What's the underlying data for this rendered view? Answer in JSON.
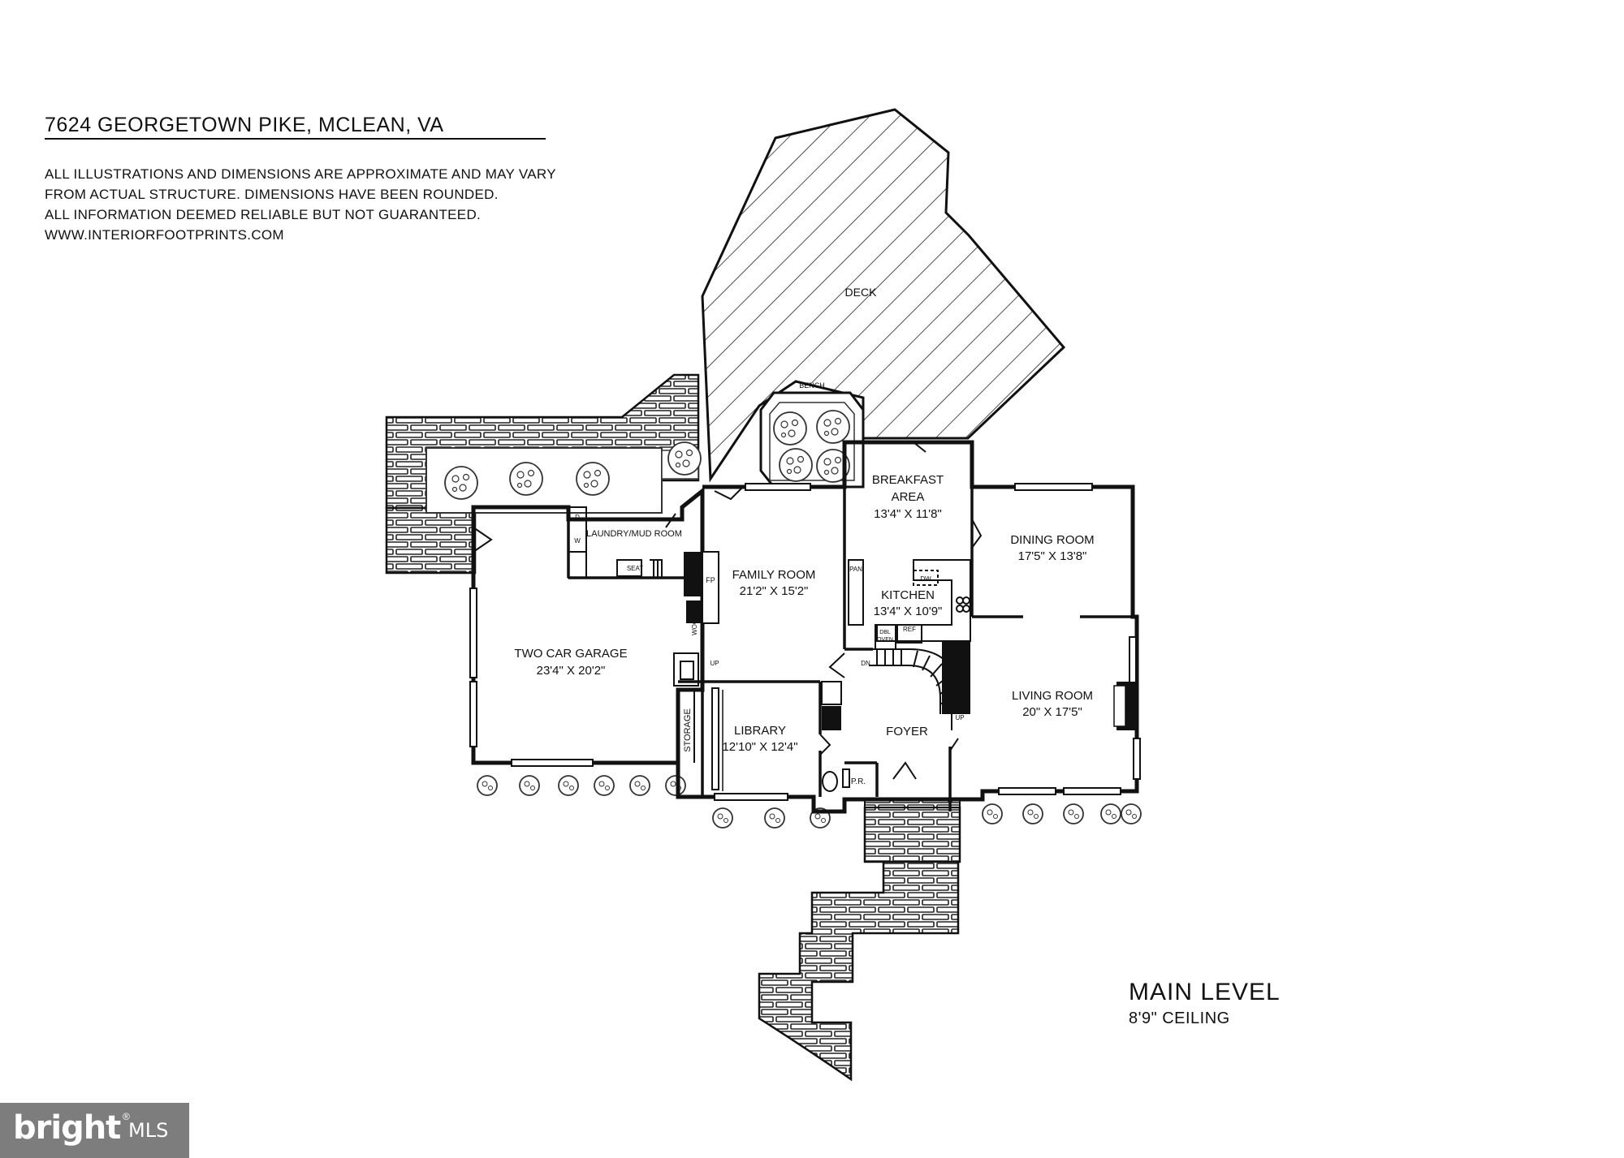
{
  "header": {
    "address": "7624 GEORGETOWN PIKE, MCLEAN, VA",
    "disclaimer": [
      "ALL ILLUSTRATIONS AND DIMENSIONS ARE APPROXIMATE AND MAY VARY",
      "FROM ACTUAL STRUCTURE. DIMENSIONS HAVE BEEN ROUNDED.",
      "ALL INFORMATION DEEMED RELIABLE BUT NOT GUARANTEED.",
      "WWW.INTERIORFOOTPRINTS.COM"
    ]
  },
  "level": {
    "name": "MAIN LEVEL",
    "ceiling": "8'9\" CEILING"
  },
  "rooms": {
    "deck": "DECK",
    "bench": "BENCH",
    "breakfast_1": "BREAKFAST",
    "breakfast_2": "AREA",
    "breakfast_dim": "13'4\" X 11'8\"",
    "dining": "DINING ROOM",
    "dining_dim": "17'5\" X 13'8\"",
    "laundry": "LAUNDRY/MUD ROOM",
    "family": "FAMILY ROOM",
    "family_dim": "21'2\" X 15'2\"",
    "kitchen": "KITCHEN",
    "kitchen_dim": "13'4\" X 10'9\"",
    "garage": "TWO CAR GARAGE",
    "garage_dim": "23'4\" X 20'2\"",
    "living": "LIVING ROOM",
    "living_dim": "20\" X 17'5\"",
    "library": "LIBRARY",
    "library_dim": "12'10\" X 12'4\"",
    "foyer": "FOYER",
    "storage": "STORAGE",
    "powder": "P.R."
  },
  "fixtures": {
    "fp": "FP",
    "wood": "WOOD",
    "seat": "SEAT",
    "pan": "PAN",
    "dw": "DW",
    "dbl": "DBL",
    "oven": "OVEN",
    "ref": "REF",
    "up": "UP",
    "dn": "DN",
    "dryer": "D",
    "washer": "W"
  },
  "badge": {
    "brand": "bright",
    "suffix": "MLS",
    "mark": "®"
  }
}
